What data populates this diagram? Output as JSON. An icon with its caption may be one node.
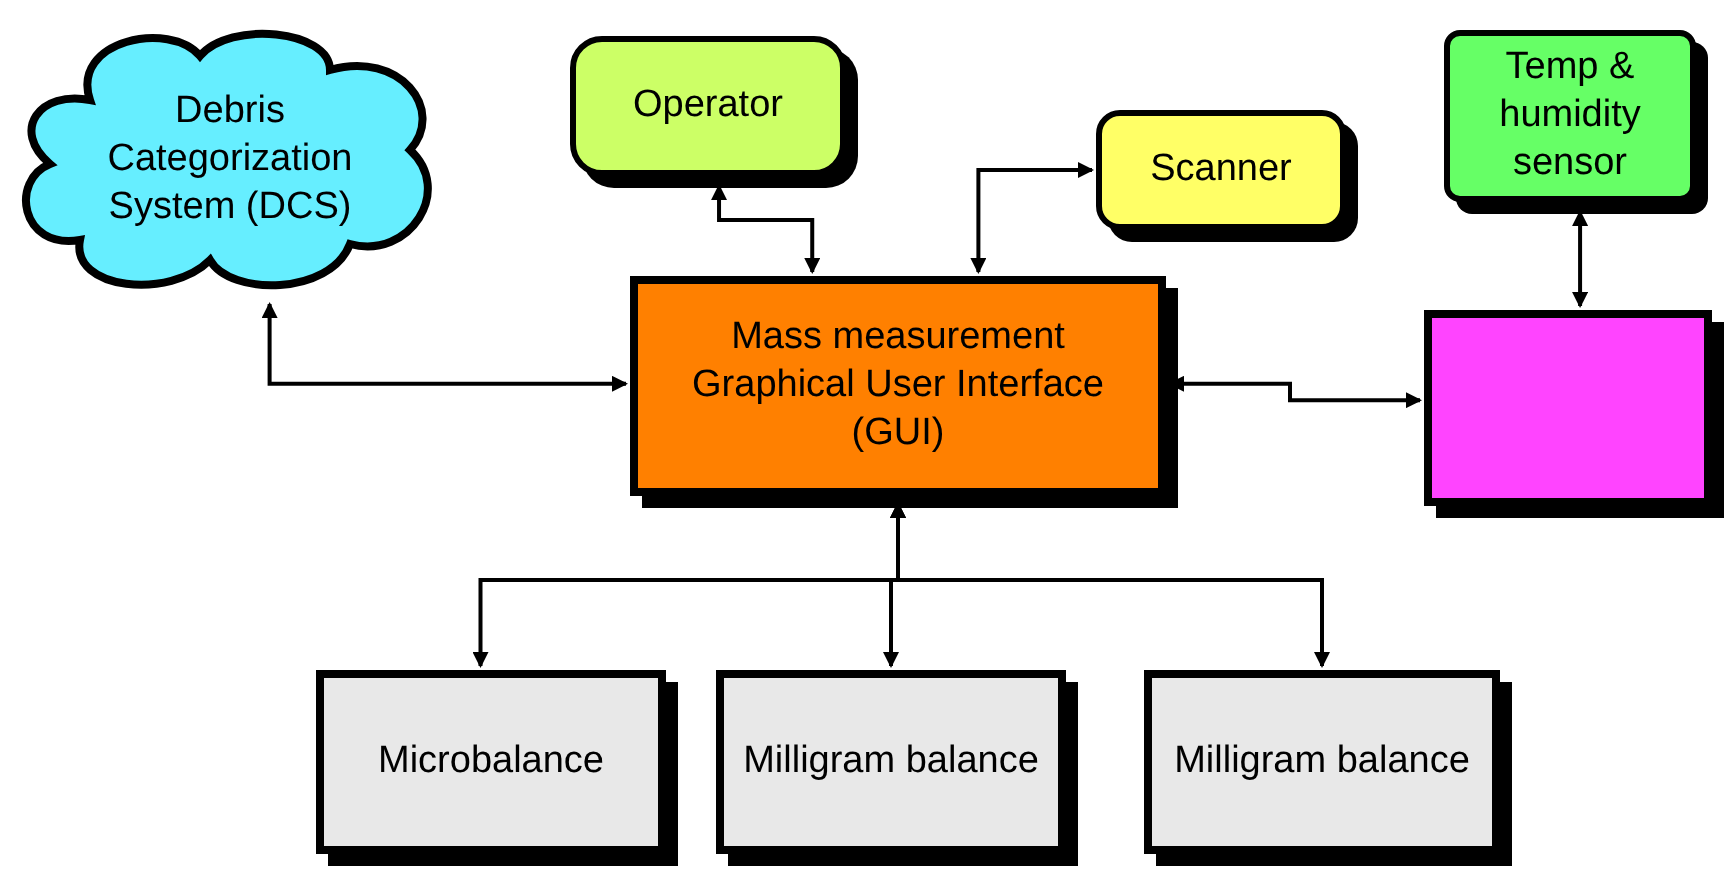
{
  "diagram": {
    "nodes": [
      {
        "text": [
          "Debris Categorization System (DCS)"
        ]
      },
      {
        "text": [
          "Operator"
        ]
      },
      {
        "text": [
          "Scanner"
        ]
      },
      {
        "text": [
          "Temp & humidity sensor"
        ]
      },
      {
        "text": [
          "Mass measurement Graphical User Interface (GUI)"
        ]
      },
      {
        "text": [],
        "shape": "box"
      },
      {
        "text": [
          "Microbalance"
        ]
      },
      {
        "text": [
          "Milligram balance"
        ]
      },
      {
        "text": [
          "Milligram balance"
        ]
      }
    ],
    "edges": [
      {
        "from": 0,
        "to": 4,
        "arrow": "both"
      },
      {
        "from": 1,
        "to": 4,
        "arrow": "both"
      },
      {
        "from": 2,
        "to": 4,
        "arrow": "both"
      },
      {
        "from": 4,
        "to": 5,
        "arrow": "both"
      },
      {
        "from": 3,
        "to": 5,
        "arrow": "both"
      },
      {
        "from": 4,
        "to": 6,
        "arrow": "both"
      },
      {
        "from": 4,
        "to": 7,
        "arrow": "both"
      },
      {
        "from": 4,
        "to": 8,
        "arrow": "both"
      }
    ]
  }
}
